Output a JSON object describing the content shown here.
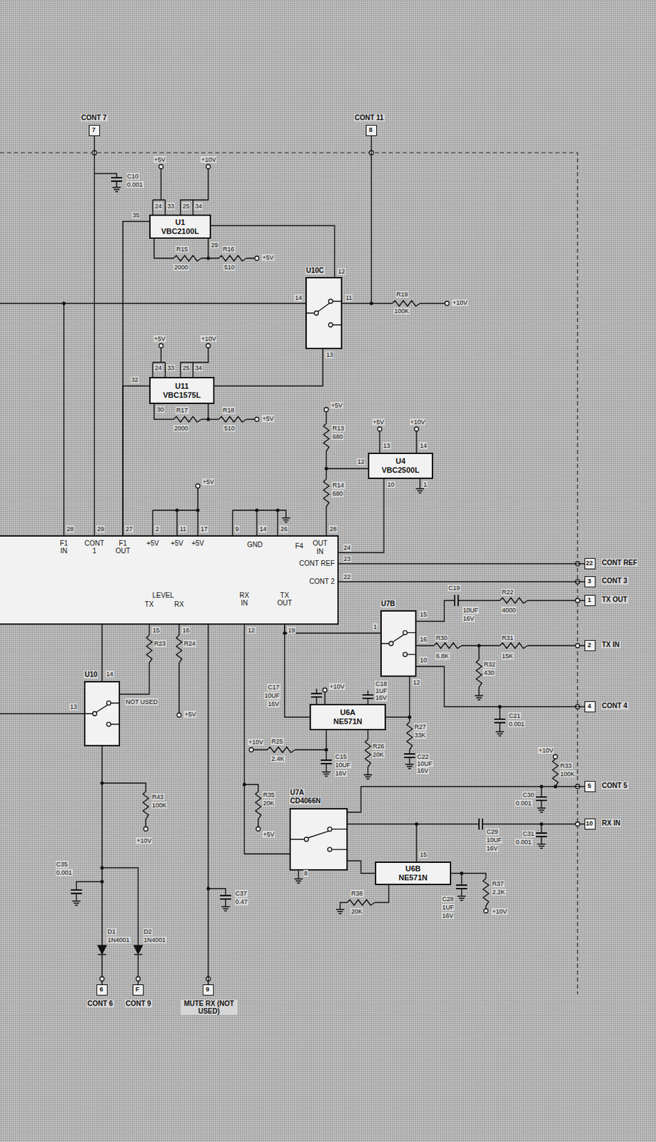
{
  "diagram": {
    "nodes": [
      {
        "text": [
          "U1",
          "VBC2100L"
        ]
      },
      {
        "text": [
          "U10C"
        ]
      },
      {
        "text": [
          "U11",
          "VBC1575L"
        ]
      },
      {
        "text": [
          "U4",
          "VBC2500L"
        ]
      },
      {
        "text": [
          "F1 IN",
          "CONT 1",
          "F1 OUT",
          "+5V",
          "+5V",
          "+5V",
          "GND",
          "F4",
          "OUT",
          "IN",
          "CONT REF",
          "CONT 2",
          "LEVEL",
          "TX",
          "RX",
          "RX IN",
          "TX OUT"
        ]
      },
      {
        "text": [
          "U7B"
        ]
      },
      {
        "text": [
          "U10"
        ]
      },
      {
        "text": [
          "U6A",
          "NE571N"
        ]
      },
      {
        "text": [
          "U7A",
          "CD4066N"
        ]
      },
      {
        "text": [
          "U6B",
          "NE571N"
        ]
      },
      {
        "text": [
          "7",
          "CONT 7"
        ]
      },
      {
        "text": [
          "8",
          "CONT 11"
        ]
      },
      {
        "text": [
          "22",
          "CONT REF"
        ]
      },
      {
        "text": [
          "3",
          "CONT 3"
        ]
      },
      {
        "text": [
          "1",
          "TX OUT"
        ]
      },
      {
        "text": [
          "2",
          "TX IN"
        ]
      },
      {
        "text": [
          "4",
          "CONT 4"
        ]
      },
      {
        "text": [
          "5",
          "CONT 5"
        ]
      },
      {
        "text": [
          "10",
          "RX IN"
        ]
      },
      {
        "text": [
          "6",
          "CONT 6"
        ]
      },
      {
        "text": [
          "F",
          "CONT 9"
        ]
      },
      {
        "text": [
          "9",
          "MUTE RX (NOT USED)"
        ]
      }
    ],
    "edges": [
      {
        "from": 10,
        "to": 4,
        "arrow": "none"
      },
      {
        "from": 11,
        "to": 1,
        "arrow": "none"
      },
      {
        "from": 4,
        "to": 1,
        "arrow": "none"
      },
      {
        "from": 0,
        "to": 4,
        "arrow": "none"
      },
      {
        "from": 2,
        "to": 4,
        "arrow": "none"
      },
      {
        "from": 0,
        "to": 1,
        "arrow": "none"
      },
      {
        "from": 2,
        "to": 1,
        "arrow": "none"
      },
      {
        "from": 3,
        "to": 4,
        "arrow": "none"
      },
      {
        "from": 12,
        "to": 4,
        "arrow": "none"
      },
      {
        "from": 13,
        "to": 4,
        "arrow": "none"
      },
      {
        "from": 4,
        "to": 7,
        "arrow": "none"
      },
      {
        "from": 4,
        "to": 5,
        "arrow": "none"
      },
      {
        "from": 7,
        "to": 5,
        "arrow": "none"
      },
      {
        "from": 5,
        "to": 16,
        "arrow": "none"
      },
      {
        "from": 4,
        "to": 8,
        "arrow": "none"
      },
      {
        "from": 8,
        "to": 17,
        "arrow": "none"
      },
      {
        "from": 8,
        "to": 9,
        "arrow": "none"
      },
      {
        "from": 6,
        "to": 4,
        "arrow": "none"
      },
      {
        "from": 4,
        "to": 21,
        "arrow": "none"
      }
    ],
    "labels": [
      "C10",
      "0.001",
      "+5V",
      "+10V",
      "24",
      "33",
      "25",
      "34",
      "35",
      "29",
      "R15",
      "2000",
      "R16",
      "510",
      "+5V",
      "14",
      "11",
      "12",
      "13",
      "R19",
      "100K",
      "+10V",
      "+5V",
      "+10V",
      "24",
      "33",
      "25",
      "34",
      "32",
      "30",
      "R17",
      "2000",
      "R18",
      "510",
      "+5V",
      "+5V",
      "R13",
      "680",
      "R14",
      "680",
      "28",
      "+5V",
      "+10V",
      "13",
      "14",
      "12",
      "10",
      "1",
      "+5V",
      "28",
      "29",
      "27",
      "2",
      "11",
      "17",
      "9",
      "14",
      "26",
      "24",
      "23",
      "22",
      "15",
      "16",
      "12",
      "19",
      "R23",
      "R24",
      "NOT USED",
      "+5V",
      "14",
      "13",
      "R43",
      "100K",
      "+10V",
      "C35",
      "0.001",
      "D1",
      "1N4001",
      "D2",
      "1N4001",
      "C37",
      "0.47",
      "1",
      "15",
      "16",
      "10",
      "12",
      "C19",
      "10UF",
      "16V",
      "R22",
      "4000",
      "R30",
      "6.8K",
      "R31",
      "15K",
      "R32",
      "430",
      "C21",
      "0.001",
      "+10V",
      "C17",
      "10UF",
      "16V",
      "C18",
      "1UF",
      "16V",
      "+10V",
      "R25",
      "2.4K",
      "C15",
      "10UF",
      "16V",
      "R26",
      "20K",
      "R27",
      "33K",
      "C22",
      "10UF",
      "16V",
      "+10V",
      "R33",
      "100K",
      "C30",
      "0.001",
      "C31",
      "0.001",
      "C29",
      "10UF",
      "16V",
      "15",
      "R37",
      "2.2K",
      "C28",
      "1UF",
      "16V",
      "+10V",
      "R38",
      "20K",
      "R35",
      "20K",
      "+5V",
      "8"
    ]
  }
}
